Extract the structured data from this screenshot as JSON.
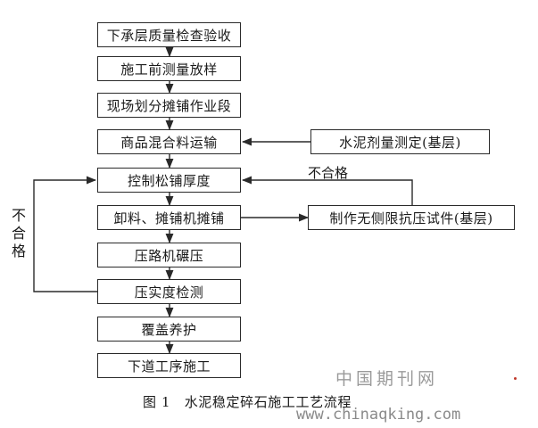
{
  "flowchart": {
    "steps": [
      "下承层质量检查验收",
      "施工前测量放样",
      "现场划分摊铺作业段",
      "商品混合料运输",
      "控制松铺厚度",
      "卸料、摊铺机摊铺",
      "压路机碾压",
      "压实度检测",
      "覆盖养护",
      "下道工序施工"
    ],
    "side_boxes": {
      "cement_dosage": "水泥剂量测定(基层)",
      "specimen": "制作无侧限抗压试件(基层)"
    },
    "fail_label_right": "不合格",
    "fail_label_left": "不合格"
  },
  "caption": "图 1　水泥稳定碎石施工工艺流程",
  "watermark": {
    "site_cn": "中国期刊网",
    "url": "www.chinaqking.com"
  },
  "colors": {
    "line": "#2a2a2a",
    "watermark": "#9a9a9a",
    "mark": "#c0392b"
  }
}
